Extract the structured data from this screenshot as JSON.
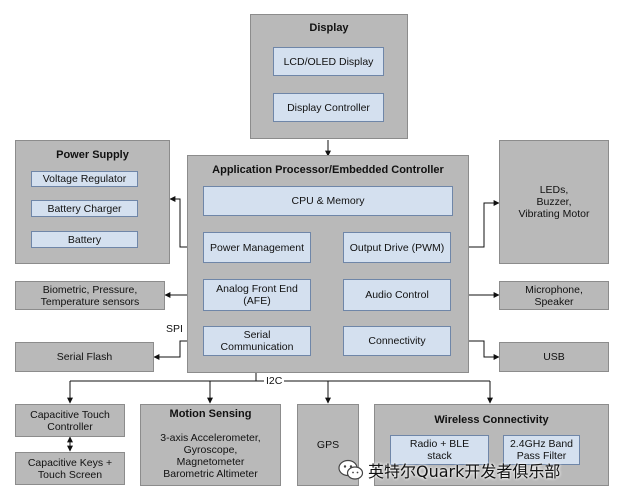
{
  "display": {
    "title": "Display",
    "lcd": "LCD/OLED Display",
    "controller": "Display Controller"
  },
  "power_supply": {
    "title": "Power Supply",
    "regulator": "Voltage Regulator",
    "charger": "Battery Charger",
    "battery": "Battery"
  },
  "app": {
    "title": "Application Processor/Embedded Controller",
    "cpu": "CPU & Memory",
    "power_mgmt": "Power Management",
    "output_drive": "Output Drive (PWM)",
    "afe_line1": "Analog Front End",
    "afe_line2": "(AFE)",
    "audio": "Audio Control",
    "serial_line1": "Serial",
    "serial_line2": "Communication",
    "connectivity": "Connectivity"
  },
  "leds": {
    "line1": "LEDs,",
    "line2": "Buzzer,",
    "line3": "Vibrating Motor"
  },
  "sensors": {
    "line1": "Biometric, Pressure,",
    "line2": "Temperature sensors"
  },
  "microphone": {
    "line1": "Microphone,",
    "line2": "Speaker"
  },
  "serial_flash": "Serial Flash",
  "usb": "USB",
  "labels": {
    "spi": "SPI",
    "i2c": "I2C"
  },
  "touch_controller": {
    "line1": "Capacitive Touch",
    "line2": "Controller"
  },
  "touch_keys": {
    "line1": "Capacitive Keys +",
    "line2": "Touch Screen"
  },
  "motion": {
    "title": "Motion Sensing",
    "line1": "3-axis Accelerometer,",
    "line2": "Gyroscope,",
    "line3": "Magnetometer",
    "line4": "Barometric Altimeter"
  },
  "gps": "GPS",
  "wireless": {
    "title": "Wireless Connectivity",
    "radio_line1": "Radio + BLE",
    "radio_line2": "stack",
    "band_line1": "2.4GHz Band",
    "band_line2": "Pass Filter"
  },
  "watermark": "英特尔Quark开发者俱乐部"
}
